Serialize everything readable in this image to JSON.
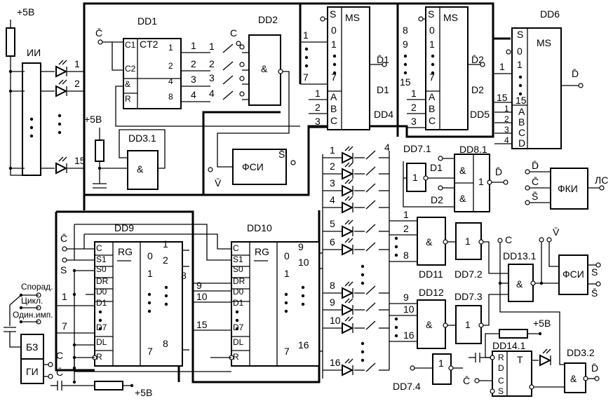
{
  "power": "+5В",
  "ii": {
    "name": "ИИ",
    "inputs": [
      "1",
      "2",
      "15"
    ]
  },
  "dd1": {
    "name": "DD1",
    "type": "CT2",
    "pins_in": [
      "C1",
      "C2",
      "&",
      "R"
    ],
    "pins_out": [
      "1",
      "2",
      "4",
      "8"
    ],
    "clk": "C̄",
    "wires": [
      "1",
      "2",
      "3",
      "4"
    ]
  },
  "dd2": {
    "name": "DD2",
    "type": "&",
    "sw": [
      "1",
      "2",
      "3",
      "4"
    ],
    "c": "C"
  },
  "dd3_1": {
    "name": "DD3.1",
    "type": "&"
  },
  "fsi1": {
    "name": "ФСИ",
    "s_bar": "S̄",
    "v_bar": "V̄"
  },
  "dd4": {
    "name": "DD4",
    "type": "MS",
    "s": "S",
    "addr": [
      "0",
      "1",
      "7"
    ],
    "abc": [
      "A",
      "B",
      "C"
    ],
    "inputs": [
      "1",
      "7"
    ],
    "addr_in": [
      "1",
      "2",
      "3"
    ],
    "out_bar": "D̄1",
    "out": "D1"
  },
  "dd5": {
    "name": "DD5",
    "type": "MS",
    "s": "S",
    "addr": [
      "0",
      "1",
      "7"
    ],
    "abc": [
      "A",
      "B",
      "C"
    ],
    "inputs": [
      "8",
      "9",
      "15"
    ],
    "addr_in": [
      "1",
      "2",
      "3"
    ],
    "out_bar": "D̄2",
    "out": "D2"
  },
  "dd6": {
    "name": "DD6",
    "type": "MS",
    "s": "S",
    "addr": [
      "0",
      "1",
      "15"
    ],
    "abcd": [
      "A",
      "B",
      "C",
      "D"
    ],
    "inputs": [
      "1",
      "15"
    ],
    "addr_in": [
      "1",
      "2",
      "3",
      "4"
    ],
    "out_bar": "D̄"
  },
  "leds": {
    "labels": [
      "1",
      "2",
      "3",
      "4",
      "5",
      "6",
      "8",
      "9",
      "10",
      "16"
    ],
    "bus": "4"
  },
  "dd7_1": {
    "name": "DD7.1",
    "type": "1"
  },
  "dd8_1": {
    "name": "DD8.1",
    "and": "&",
    "or": "1",
    "d1": "D1",
    "d2": "D2",
    "out": "D̄"
  },
  "fki": {
    "name": "ФКИ",
    "in": [
      "D̄",
      "C̄",
      "S̄"
    ],
    "out": "ЛС"
  },
  "dd11": {
    "name": "DD11",
    "type": "&",
    "inputs": [
      "1",
      "2",
      "8"
    ]
  },
  "dd7_2": {
    "name": "DD7.2",
    "type": "1"
  },
  "dd12": {
    "name": "DD12",
    "type": "&",
    "inputs": [
      "9",
      "10",
      "16"
    ]
  },
  "dd7_3": {
    "name": "DD7.3",
    "type": "1"
  },
  "dd13_1": {
    "name": "DD13.1",
    "type": "&",
    "c": "C",
    "v_bar": "V̄"
  },
  "fsi2": {
    "name": "ФСИ",
    "s": "S",
    "s_bar": "S̄"
  },
  "dd14_1": {
    "name": "DD14.1",
    "type": "T",
    "pins": [
      "R",
      "D",
      "C",
      "S"
    ],
    "clk": "C̄"
  },
  "dd3_2": {
    "name": "DD3.2",
    "type": "&",
    "out": "D̄"
  },
  "dd7_4": {
    "name": "DD7.4",
    "type": "1"
  },
  "dd9": {
    "name": "DD9",
    "type": "RG",
    "pins": [
      "C",
      "S1",
      "S0",
      "DR",
      "D0",
      "D1",
      "D7",
      "DL",
      "R"
    ],
    "outs": [
      "0",
      "1",
      "7"
    ],
    "out_nums": [
      "1",
      "2",
      "8"
    ],
    "clk": "C̄",
    "s": "S",
    "d_in": [
      "1",
      "7"
    ],
    "bus_out": "8"
  },
  "modes": [
    "Спорад.",
    "Цикл.",
    "Один.имп."
  ],
  "bz": "БЗ",
  "gi": {
    "name": "ГИ",
    "c": "C",
    "c_bar": "C̄"
  },
  "dd10": {
    "name": "DD10",
    "type": "RG",
    "pins": [
      "C",
      "S1",
      "S0",
      "DR",
      "D0",
      "D1",
      "D7",
      "DL",
      "R"
    ],
    "outs": [
      "0",
      "1",
      "7"
    ],
    "out_nums": [
      "9",
      "10",
      "16"
    ],
    "in_nums": [
      "9",
      "10",
      "15"
    ]
  }
}
